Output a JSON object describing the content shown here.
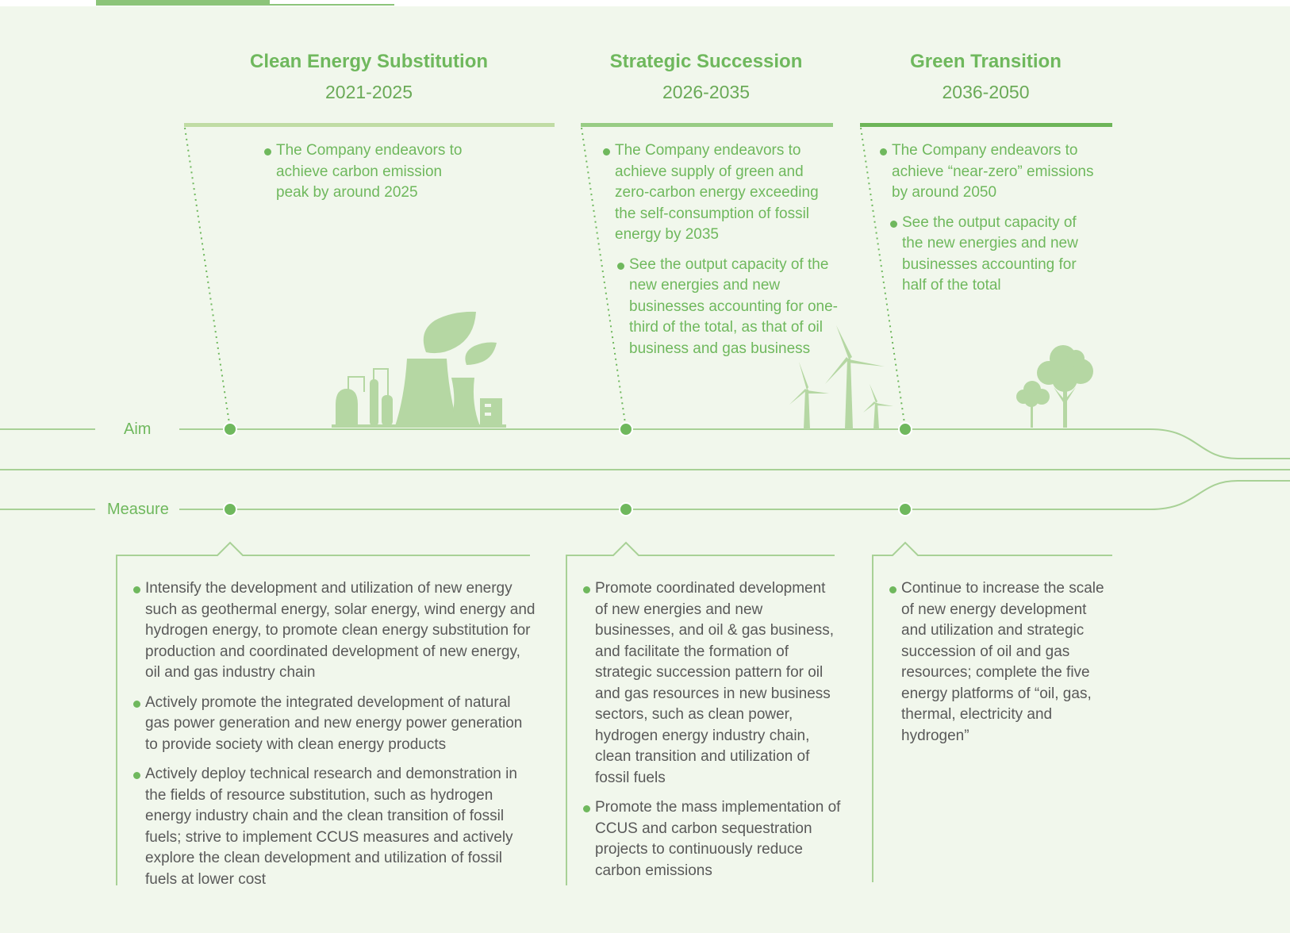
{
  "colors": {
    "background": "#f1f7ec",
    "accent": "#6fb85d",
    "light_accent": "#b9d8a8",
    "body_text": "#595959"
  },
  "row_labels": {
    "aim": "Aim",
    "measure": "Measure"
  },
  "phases": [
    {
      "title": "Clean Energy Substitution",
      "years": "2021-2025",
      "bar_color": "#c0dca4",
      "aims": [
        "The Company endeavors to achieve carbon emission peak by around 2025"
      ],
      "measures": [
        "Intensify the development and utilization of new energy such as geothermal energy, solar energy, wind energy and hydrogen energy, to promote clean energy substitution for production and coordinated development of new energy, oil and gas industry chain",
        "Actively promote the integrated development of natural gas power generation and new energy power generation to provide society with clean energy products",
        "Actively deploy technical research and demonstration in the fields of resource substitution, such as hydrogen energy industry chain and the clean transition of fossil fuels; strive to implement CCUS measures and actively explore the clean development and utilization of fossil fuels at lower cost"
      ]
    },
    {
      "title": "Strategic Succession",
      "years": "2026-2035",
      "bar_color": "#98cc84",
      "aims": [
        "The Company endeavors to achieve supply of green and zero-carbon energy exceeding the self-consumption of fossil energy by 2035",
        "See the output capacity of the new energies and new businesses accounting for one-third of the total, as that of oil business and gas business"
      ],
      "measures": [
        "Promote coordinated development of new energies and new businesses, and oil & gas business, and facilitate the formation of strategic succession pattern for oil and gas resources in new business sectors, such as clean power, hydrogen energy industry chain, clean transition and utilization of fossil fuels",
        "Promote the mass implementation of CCUS and carbon sequestration projects to continuously reduce carbon emissions"
      ]
    },
    {
      "title": "Green Transition",
      "years": "2036-2050",
      "bar_color": "#6db558",
      "aims": [
        "The Company endeavors to achieve “near-zero” emissions by around 2050",
        "See the output capacity of the new energies and new businesses accounting for half of the total"
      ],
      "measures": [
        "Continue to increase the scale of new energy development and utilization and strategic succession of oil and gas resources; complete the five energy platforms of “oil, gas, thermal, electricity and hydrogen”"
      ]
    }
  ],
  "icons": {
    "phase1": "factory-with-leaves-icon",
    "phase2": "wind-turbines-icon",
    "phase3": "trees-icon"
  }
}
